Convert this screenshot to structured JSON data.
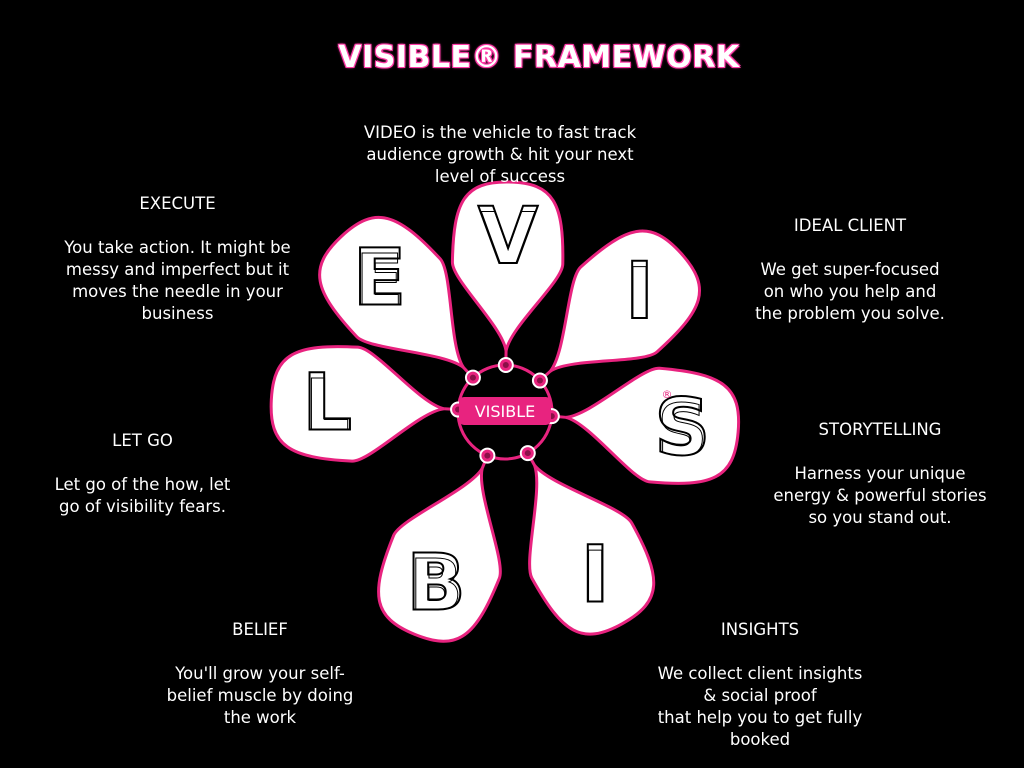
{
  "title": "VISIBLE® FRAMEWORK",
  "hub_label": "VISIBLE",
  "registered_mark": "®",
  "colors": {
    "accent": "#e8237f",
    "petal_fill": "#ffffff",
    "background": "#000000"
  },
  "petals": [
    {
      "letter": "V",
      "heading": "",
      "body": "VIDEO is the vehicle to fast track\naudience growth & hit your next\nlevel of success"
    },
    {
      "letter": "I",
      "heading": "IDEAL CLIENT",
      "body": "We get super-focused\non who you help and\nthe problem you solve."
    },
    {
      "letter": "S",
      "heading": "STORYTELLING",
      "body": "Harness your unique\nenergy & powerful stories\nso you stand out."
    },
    {
      "letter": "I",
      "heading": "INSIGHTS",
      "body": "We collect client insights\n& social proof\nthat help you to get fully\nbooked"
    },
    {
      "letter": "B",
      "heading": "BELIEF",
      "body": "You'll grow your self-\nbelief muscle by doing\nthe work"
    },
    {
      "letter": "L",
      "heading": "LET GO",
      "body": "Let go of the how, let\ngo of visibility fears."
    },
    {
      "letter": "E",
      "heading": "EXECUTE",
      "body": "You take action. It might be\nmessy and imperfect but it\nmoves the needle in your\nbusiness"
    }
  ]
}
